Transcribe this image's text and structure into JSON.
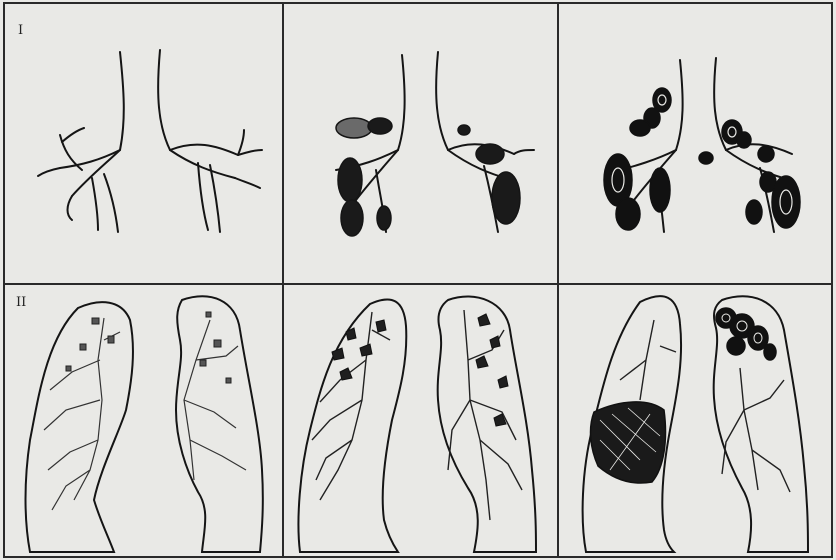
{
  "figure": {
    "rows": [
      {
        "label": "I",
        "panels": [
          "bronchi-normal",
          "bronchi-peribronchial-nodes-moderate",
          "bronchi-peribronchial-nodes-extensive"
        ]
      },
      {
        "label": "II",
        "panels": [
          "lungs-early-dissemination",
          "lungs-intermediate-dissemination",
          "lungs-advanced-consolidation"
        ]
      }
    ],
    "colors": {
      "background": "#e9e9e6",
      "ink": "#151515",
      "border": "#2a2a2a"
    }
  }
}
